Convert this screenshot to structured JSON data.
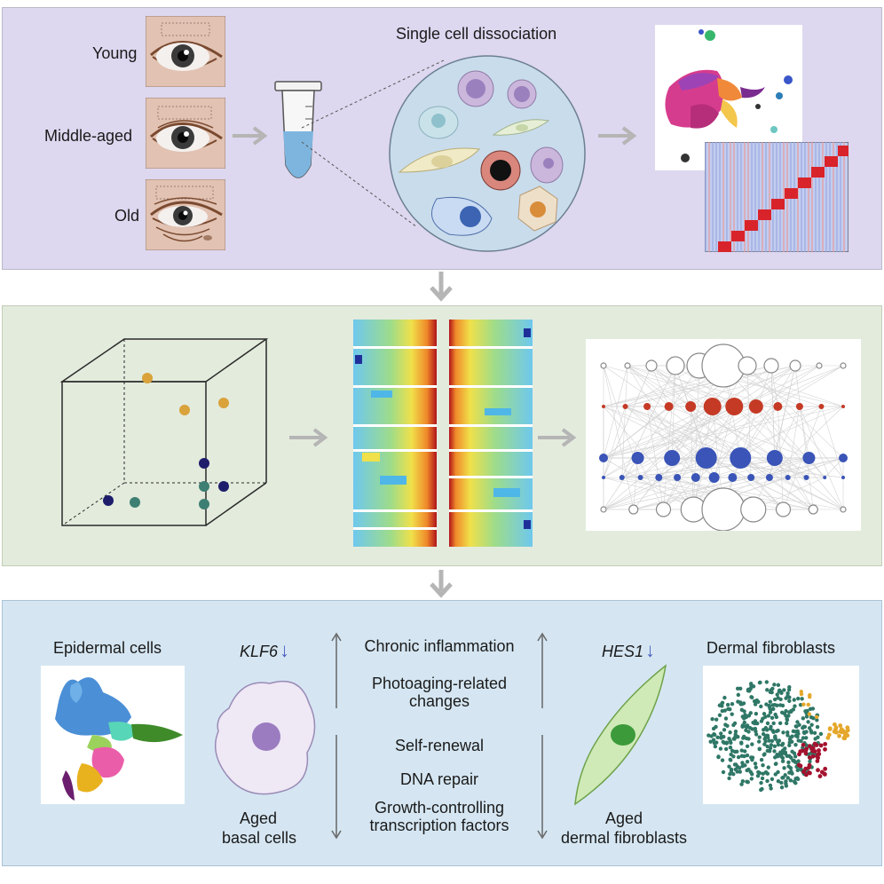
{
  "top": {
    "age_labels": [
      "Young",
      "Middle-aged",
      "Old"
    ],
    "dissociation_label": "Single cell dissociation"
  },
  "bottom": {
    "epidermal_label": "Epidermal cells",
    "gene_left": "KLF6",
    "gene_right": "HES1",
    "down_arrow_glyph": "↓",
    "left_cell_label_1": "Aged",
    "left_cell_label_2": "basal cells",
    "right_cell_label_1": "Aged",
    "right_cell_label_2": "dermal fibroblasts",
    "up_items": [
      "Chronic inflammation",
      "Photoaging-related",
      "changes"
    ],
    "down_items": [
      "Self-renewal",
      "DNA repair",
      "Growth-controlling",
      "transcription factors"
    ],
    "fibroblast_label": "Dermal fibroblasts"
  },
  "colors": {
    "top_bg": "#ddd7ef",
    "mid_bg": "#e3ebdd",
    "bottom_bg": "#d5e6f2",
    "arrow": "#b5b5b5",
    "gene_arrow": "#4a5fc1",
    "orange_dot": "#d9a23a",
    "teal_dot": "#3e7f73",
    "navy_dot": "#1d1d6b",
    "network_red": "#c53a25",
    "network_blue": "#3a54b7"
  }
}
